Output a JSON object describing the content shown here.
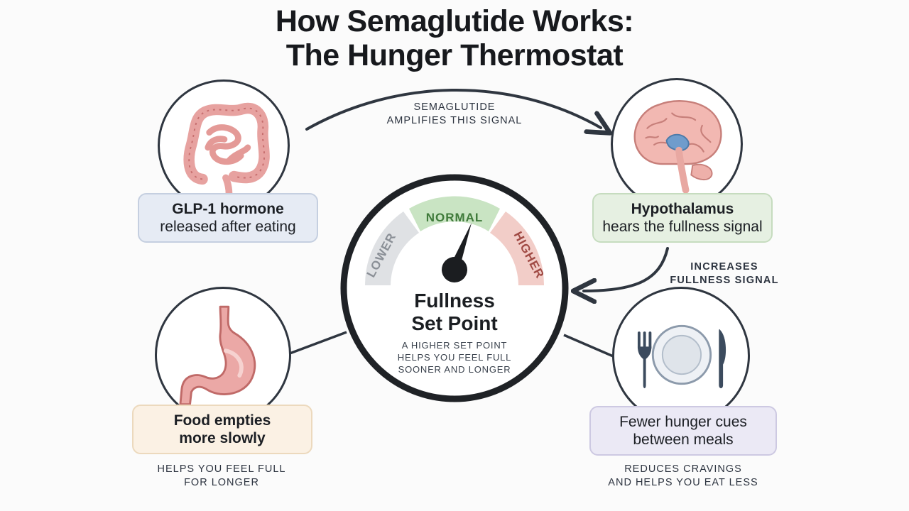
{
  "title": {
    "line1": "How Semaglutide Works:",
    "line2": "The Hunger Thermostat"
  },
  "arrows": {
    "top_label_line1": "SEMAGLUTIDE",
    "top_label_line2": "AMPLIFIES THIS SIGNAL",
    "right_label_line1": "INCREASES",
    "right_label_line2": "FULLNESS SIGNAL"
  },
  "nodes": {
    "glp1": {
      "line1": "GLP-1 hormone",
      "line2": "released after eating",
      "icon": "intestines-icon"
    },
    "hypothalamus": {
      "line1": "Hypothalamus",
      "line2": "hears the fullness signal",
      "icon": "brain-icon"
    },
    "stomach": {
      "line1": "Food empties",
      "line2": "more slowly",
      "caption_line1": "HELPS YOU FEEL FULL",
      "caption_line2": "FOR LONGER",
      "icon": "stomach-icon"
    },
    "meals": {
      "line1": "Fewer hunger cues",
      "line2": "between meals",
      "caption_line1": "REDUCES CRAVINGS",
      "caption_line2": "AND HELPS YOU EAT LESS",
      "icon": "plate-icon"
    }
  },
  "gauge": {
    "lower_label": "LOWER",
    "normal_label": "NORMAL",
    "higher_label": "HIGHER",
    "title_line1": "Fullness",
    "title_line2": "Set Point",
    "note_line1": "A HIGHER SET POINT",
    "note_line2": "HELPS YOU FEEL FULL",
    "note_line3": "SOONER AND LONGER",
    "needle_level": "between normal and higher"
  },
  "colors": {
    "glp1_box": "#e6ebf4",
    "hypothalamus_box": "#e6f0e2",
    "stomach_box": "#fbf1e4",
    "meals_box": "#ebe9f5",
    "lower_band": "#dfe1e4",
    "normal_band": "#c9e4c3",
    "higher_band": "#f2cdc8",
    "outline": "#2f3640"
  }
}
